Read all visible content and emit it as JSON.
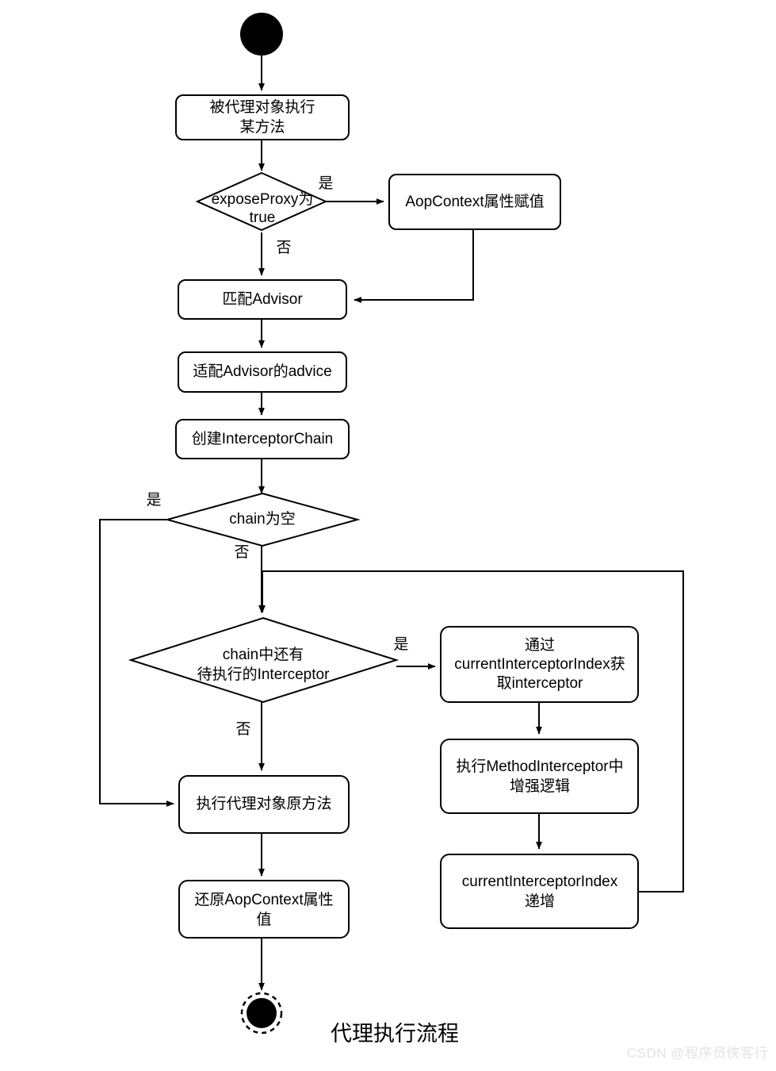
{
  "diagram": {
    "title": "代理执行流程",
    "watermark": "CSDN @程序员侠客行",
    "nodes": {
      "start": {
        "type": "start",
        "label": ""
      },
      "n1": {
        "type": "process",
        "label": "被代理对象执行",
        "label2": "某方法"
      },
      "d1": {
        "type": "decision",
        "label": "exposeProxy为",
        "label2": "true"
      },
      "n2": {
        "type": "process",
        "label": "AopContext属性赋值"
      },
      "n3": {
        "type": "process",
        "label": "匹配Advisor"
      },
      "n4": {
        "type": "process",
        "label": "适配Advisor的advice"
      },
      "n5": {
        "type": "process",
        "label": "创建InterceptorChain"
      },
      "d2": {
        "type": "decision",
        "label": "chain为空"
      },
      "d3": {
        "type": "decision",
        "label": "chain中还有",
        "label2": "待执行的Interceptor"
      },
      "n6": {
        "type": "process",
        "label": "通过",
        "label2": "currentInterceptorIndex获",
        "label3": "取interceptor"
      },
      "n7": {
        "type": "process",
        "label": "执行MethodInterceptor中",
        "label2": "增强逻辑"
      },
      "n8": {
        "type": "process",
        "label": "currentInterceptorIndex",
        "label2": "递增"
      },
      "n9": {
        "type": "process",
        "label": "执行代理对象原方法"
      },
      "n10": {
        "type": "process",
        "label": "还原AopContext属性",
        "label2": "值"
      },
      "end": {
        "type": "end",
        "label": ""
      }
    },
    "edge_labels": {
      "d1_yes": "是",
      "d1_no": "否",
      "d2_yes": "是",
      "d2_no": "否",
      "d3_yes": "是",
      "d3_no": "否"
    },
    "colors": {
      "stroke": "#000000",
      "fill": "#ffffff",
      "watermark": "#e2e2e2"
    }
  }
}
